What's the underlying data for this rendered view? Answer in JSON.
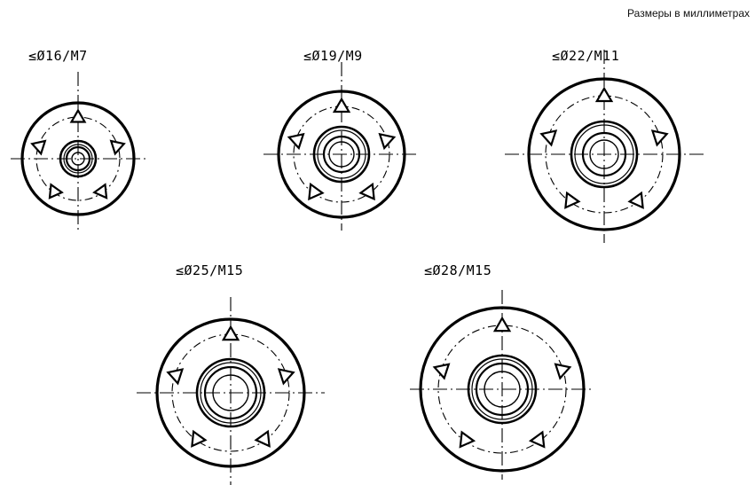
{
  "header": {
    "units_note": "Размеры в миллиметрах"
  },
  "figures": [
    {
      "label": "≤Ø16/M7",
      "triangles": 5
    },
    {
      "label": "≤Ø19/M9",
      "triangles": 5
    },
    {
      "label": "≤Ø22/M11",
      "triangles": 5
    },
    {
      "label": "≤Ø25/M15",
      "triangles": 5
    },
    {
      "label": "≤Ø28/M15",
      "triangles": 5
    }
  ],
  "colors": {
    "line": "#000000",
    "background": "#ffffff"
  }
}
